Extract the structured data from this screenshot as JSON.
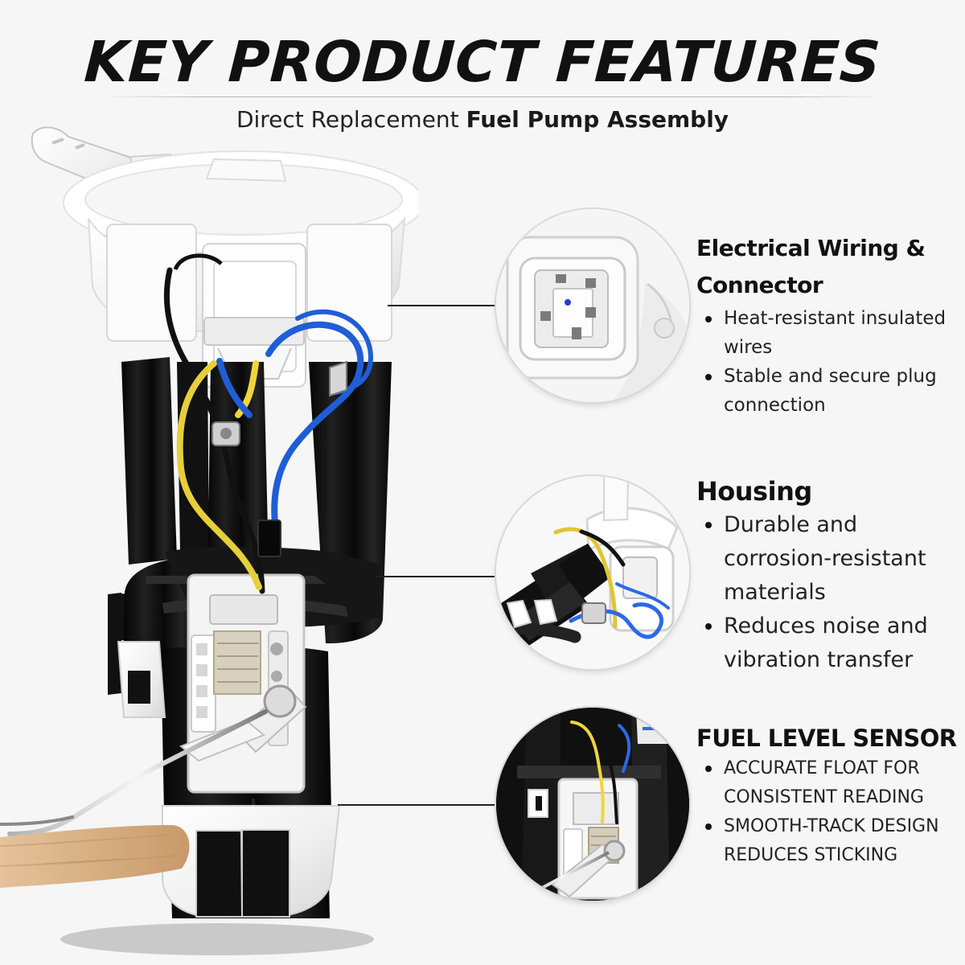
{
  "header": {
    "title": "KEY PRODUCT FEATURES",
    "subtitle_regular": "Direct Replacement",
    "subtitle_bold": "Fuel Pump Assembly"
  },
  "features": [
    {
      "title_line_1": "Electrical Wiring &",
      "title_line_2": "Connector",
      "bullets": [
        "Heat-resistant insulated wires",
        "Stable and secure plug connection"
      ]
    },
    {
      "title": "Housing",
      "bullets": [
        "Durable and corrosion-resistant materials",
        "Reduces noise and vibration transfer"
      ]
    },
    {
      "title": "FUEL LEVEL SENSOR",
      "bullets": [
        "ACCURATE FLOAT FOR CONSISTENT READING",
        "SMOOTH-TRACK DESIGN REDUCES STICKING"
      ]
    }
  ],
  "colors": {
    "background": "#f6f6f6",
    "housing_black": "#151515",
    "plastic_white": "#f8f8f8",
    "wire_blue": "#1f5ed6",
    "wire_yellow": "#f0d53a",
    "strainer_tan": "#d8b184"
  }
}
